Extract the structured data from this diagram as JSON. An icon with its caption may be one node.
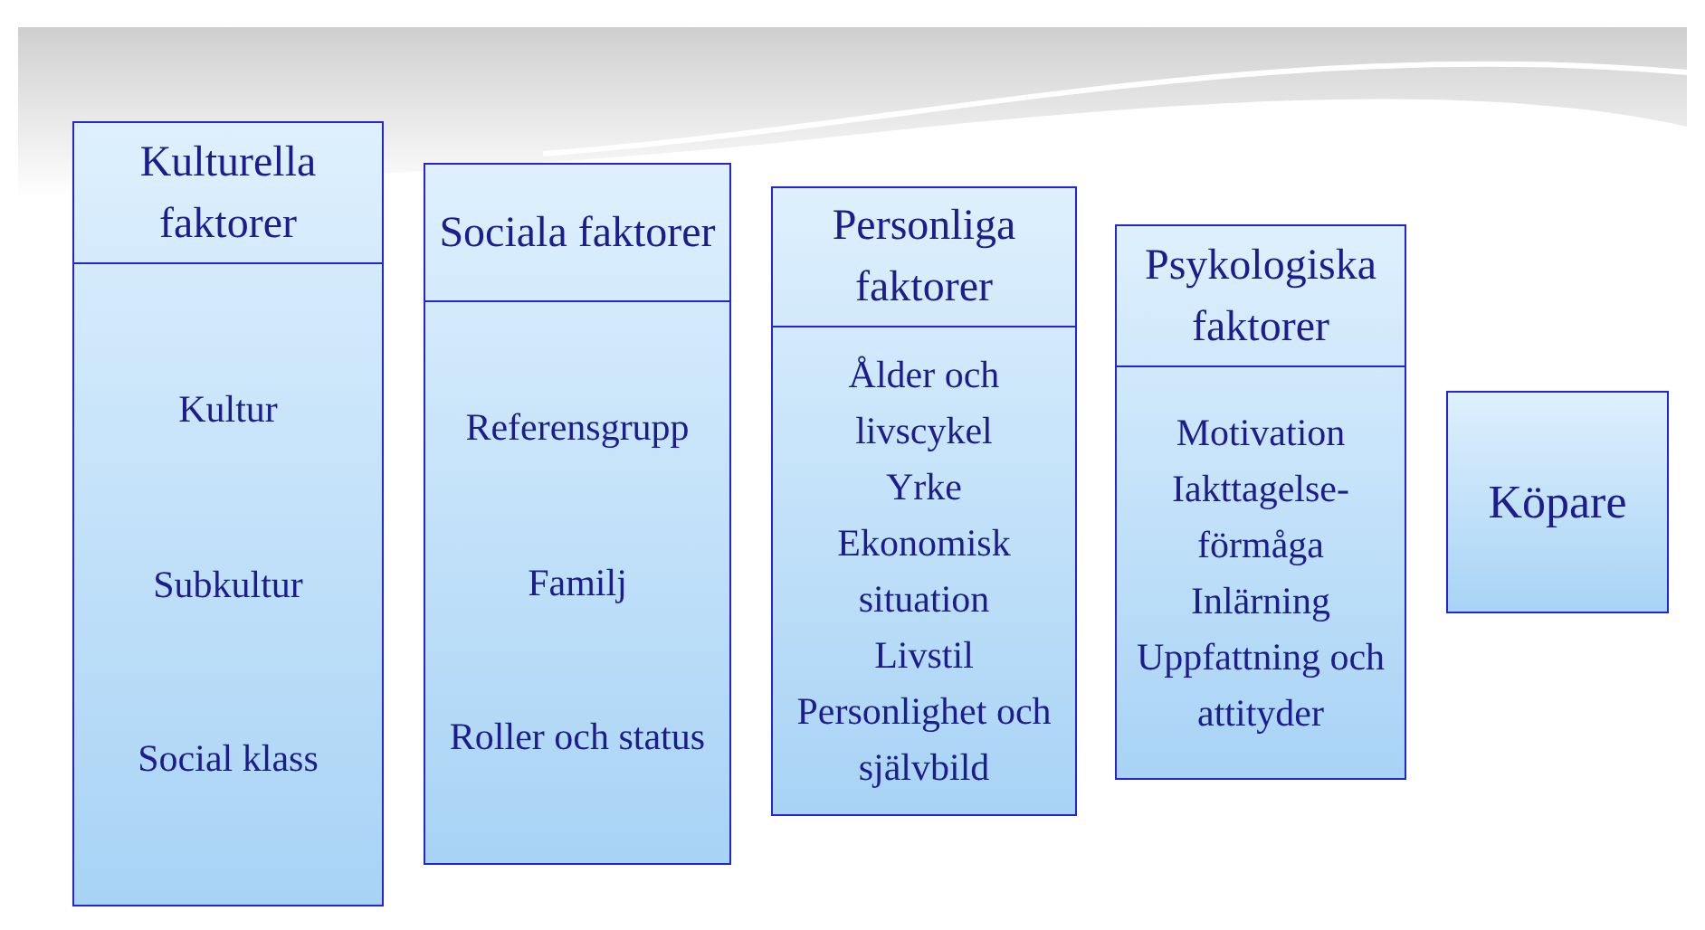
{
  "diagram": {
    "nodes": [
      {
        "text": [
          "Kulturella faktorer",
          "Kultur",
          "Subkultur",
          "Social klass"
        ]
      },
      {
        "text": [
          "Sociala faktorer",
          "Referensgrupp",
          "Familj",
          "Roller och status"
        ]
      },
      {
        "text": [
          "Personliga faktorer",
          "Ålder och livscykel",
          "Yrke",
          "Ekonomisk situation",
          "Livstil",
          "Personlighet och självbild"
        ]
      },
      {
        "text": [
          "Psykologiska faktorer",
          "Motivation",
          "Iakttagelse-förmåga",
          "Inlärning",
          "Uppfattning och attityder"
        ]
      },
      {
        "text": [
          "Köpare"
        ]
      }
    ]
  }
}
